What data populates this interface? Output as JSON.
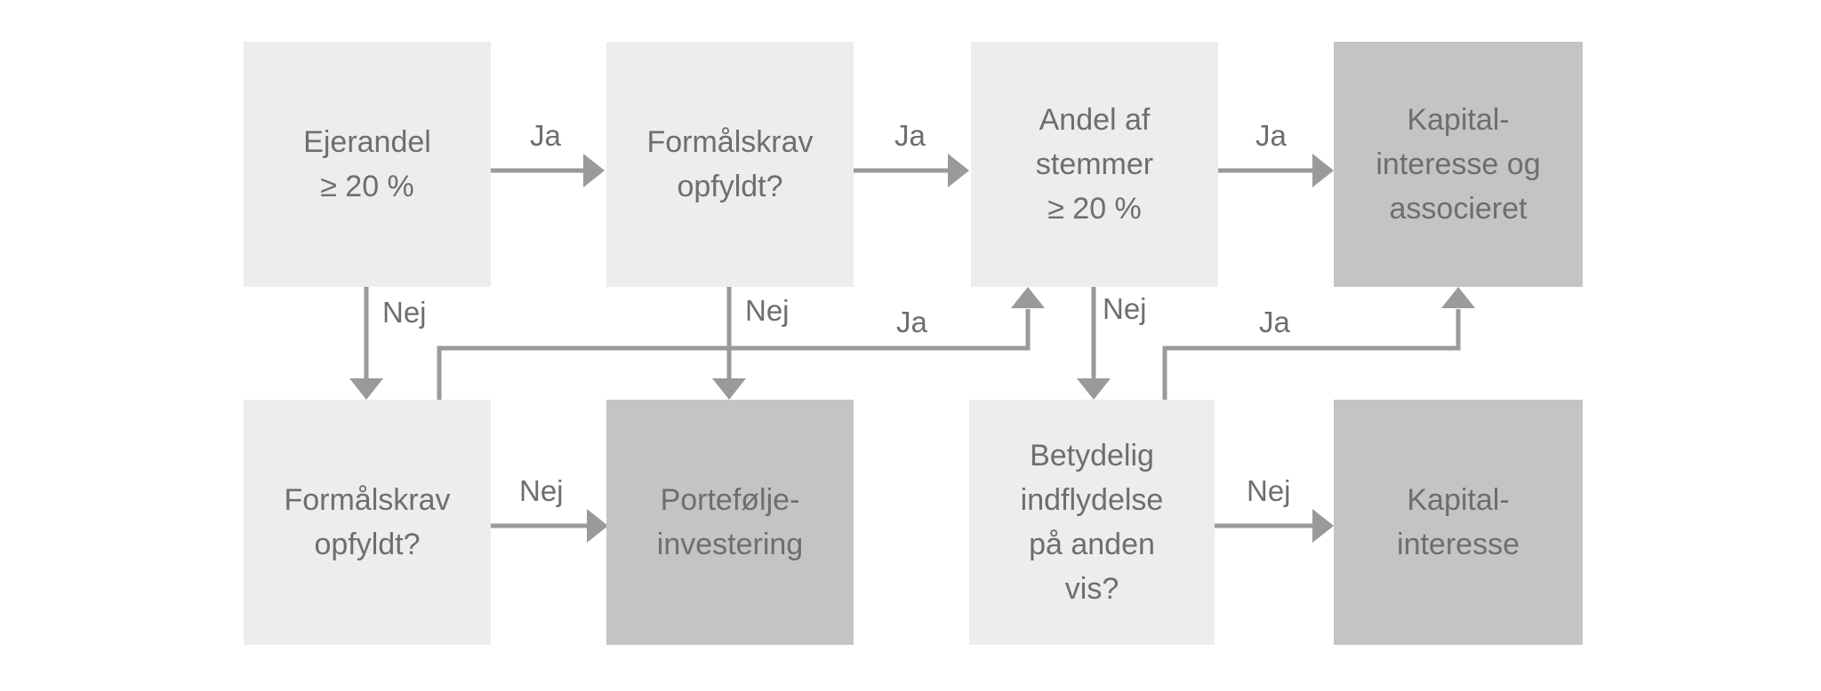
{
  "diagram": {
    "nodes": {
      "ejerandel": "Ejerandel\n≥ 20 %",
      "formal1": "Formålskrav\nopfyldt?",
      "stemmer": "Andel af\nstemmer\n≥ 20 %",
      "kap_assoc": "Kapital-\ninteresse og\nassocieret",
      "formal2": "Formålskrav\nopfyldt?",
      "portefolje": "Portefølje-\ninvestering",
      "betydelig": "Betydelig\nindflydelse\npå anden\nvis?",
      "kapital": "Kapital-\ninteresse"
    },
    "labels": {
      "ja": "Ja",
      "nej": "Nej"
    },
    "colors": {
      "decision_fill": "#ecedec",
      "outcome_fill": "#c4c4c6",
      "arrow": "#9a9a9c",
      "text": "#6e6e70"
    }
  }
}
